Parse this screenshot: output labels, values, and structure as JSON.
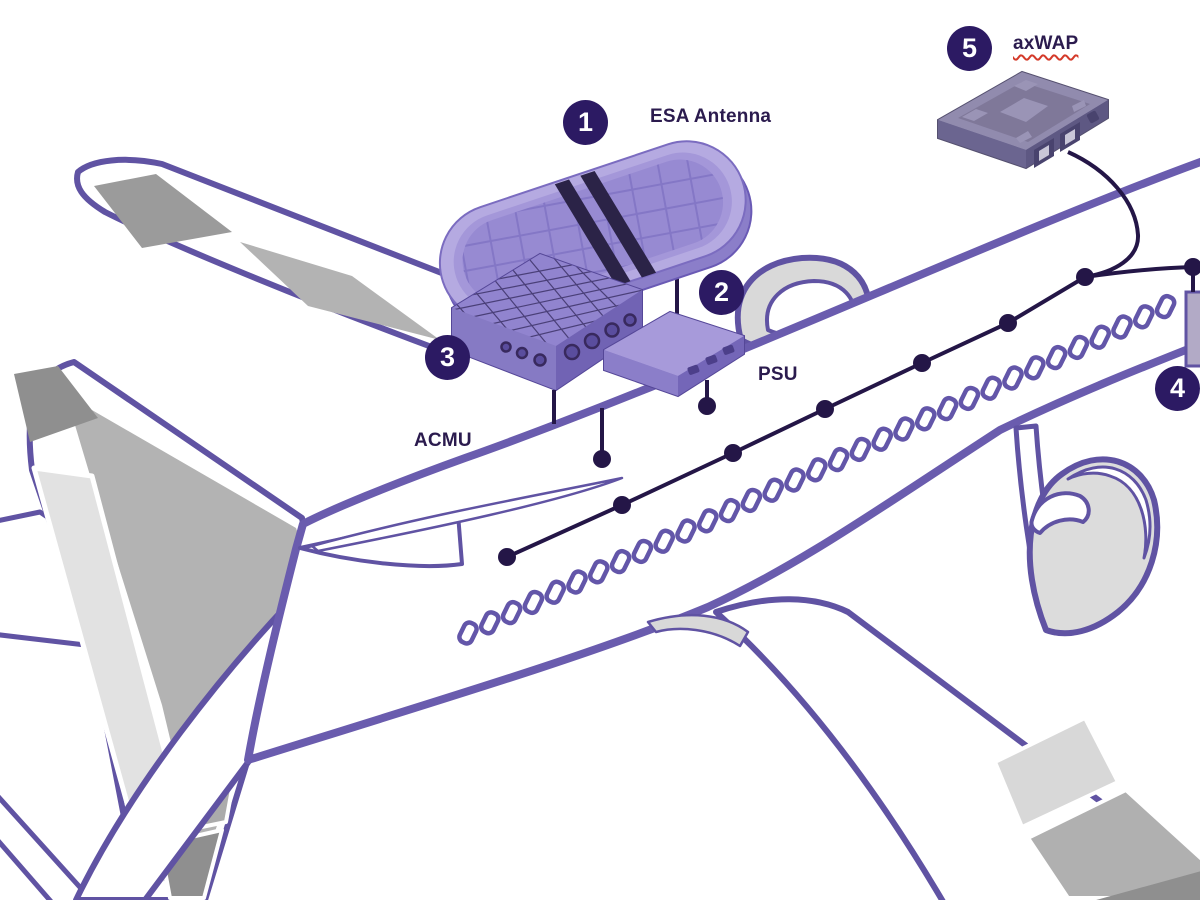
{
  "diagram": {
    "subject": "aircraft connectivity hardware installation diagram",
    "callouts": [
      {
        "number": "1",
        "label": "ESA Antenna"
      },
      {
        "number": "2",
        "label": "PSU"
      },
      {
        "number": "3",
        "label": "ACMU"
      },
      {
        "number": "4",
        "label": ""
      },
      {
        "number": "5",
        "label": "axWAP",
        "label_decoration": "red-wavy-spellcheck-underline"
      }
    ],
    "window_count": 33,
    "cable_nodes": 8,
    "colors": {
      "outline_purple": "#6053a3",
      "component_purple": "#9184cf",
      "component_light_purple": "#b5aae1",
      "component_gray_purple": "#918bae",
      "cable_dark": "#241647",
      "badge_bg": "#2c1a63",
      "badge_text": "#ffffff",
      "label_text": "#2b1b4e",
      "panel_gray_dark": "#8f8f8f",
      "panel_gray_mid": "#b3b3b3",
      "panel_gray_light": "#e2e2e2",
      "spellcheck_red": "#d43a2a",
      "background": "#ffffff"
    }
  }
}
